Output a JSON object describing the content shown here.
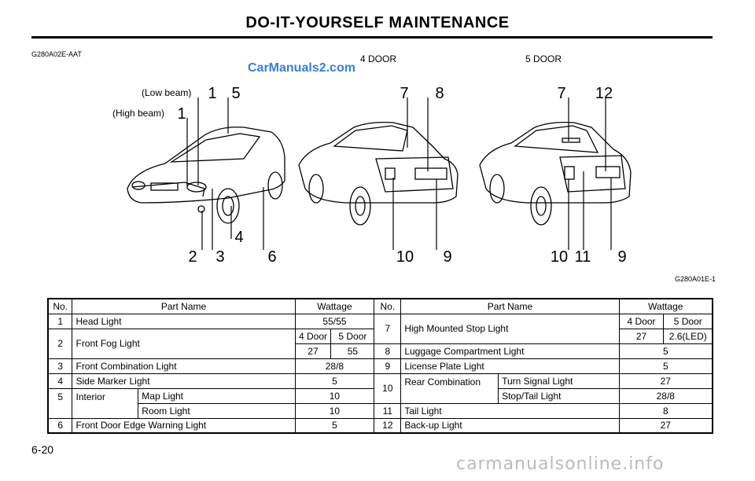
{
  "header": {
    "title": "DO-IT-YOURSELF MAINTENANCE"
  },
  "codes": {
    "top_left": "G280A02E-AAT",
    "figure": "G280A01E-1"
  },
  "watermark": {
    "top": "CarManuals2.com",
    "bottom": "carmanualsonline.info"
  },
  "figure": {
    "door4_label": "4 DOOR",
    "door5_label": "5 DOOR",
    "low_beam": "(Low beam)",
    "high_beam": "(High beam)",
    "callouts": [
      "1",
      "5",
      "1",
      "4",
      "2",
      "3",
      "6",
      "7",
      "8",
      "10",
      "9",
      "7",
      "12",
      "10",
      "11",
      "9"
    ]
  },
  "table": {
    "headers": {
      "no": "No.",
      "part": "Part Name",
      "wattage": "Wattage"
    },
    "left": {
      "r1": {
        "no": "1",
        "name": "Head  Light",
        "w": "55/55"
      },
      "r2": {
        "no": "2",
        "name": "Front Fog Light",
        "sub1": "4 Door",
        "sub2": "5 Door",
        "w1": "27",
        "w2": "55"
      },
      "r3": {
        "no": "3",
        "name": "Front Combination Light",
        "w": "28/8"
      },
      "r4": {
        "no": "4",
        "name": "Side Marker Light",
        "w": "5"
      },
      "r5": {
        "no": "5",
        "name": "Interior",
        "sub_a": "Map Light",
        "w_a": "10",
        "sub_b": "Room Light",
        "w_b": "10"
      },
      "r6": {
        "no": "6",
        "name": "Front Door Edge Warning Light",
        "w": "5"
      }
    },
    "right": {
      "r7": {
        "no": "7",
        "name": "High Mounted Stop Light",
        "sub1": "4 Door",
        "sub2": "5 Door",
        "w1": "27",
        "w2": "2.6(LED)"
      },
      "r8": {
        "no": "8",
        "name": "Luggage Compartment Light",
        "w": "5"
      },
      "r9": {
        "no": "9",
        "name": "License Plate Light",
        "w": "5"
      },
      "r10": {
        "no": "10",
        "name": "Rear Combination",
        "sub_a": "Turn Signal Light",
        "w_a": "27",
        "sub_b": "Stop/Tail Light",
        "w_b": "28/8"
      },
      "r11": {
        "no": "11",
        "name": "Tail Light",
        "w": "8"
      },
      "r12": {
        "no": "12",
        "name": "Back-up Light",
        "w": "27"
      }
    }
  },
  "page": {
    "number": "6-20"
  }
}
